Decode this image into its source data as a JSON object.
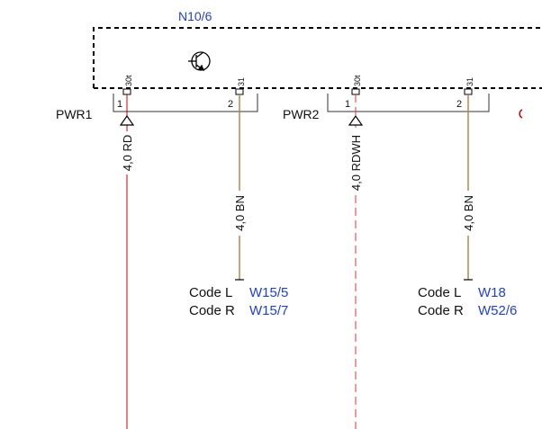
{
  "component": {
    "id": "N10/6",
    "symbol": "transistor-icon"
  },
  "connectors": [
    {
      "label": "PWR1",
      "pins": [
        {
          "pin": "1",
          "terminal": "30t",
          "wire": "4,0 RD",
          "color": "#c80000",
          "style": "solid"
        },
        {
          "pin": "2",
          "terminal": "31",
          "wire": "4,0 BN",
          "color": "#b5854a",
          "style": "solid",
          "codes": [
            {
              "code": "Code L",
              "ref": "W15/5"
            },
            {
              "code": "Code R",
              "ref": "W15/7"
            }
          ]
        }
      ]
    },
    {
      "label": "PWR2",
      "pins": [
        {
          "pin": "1",
          "terminal": "30t",
          "wire": "4,0 RDWH",
          "color": "#e83030",
          "style": "dashed"
        },
        {
          "pin": "2",
          "terminal": "31",
          "wire": "4,0 BN",
          "color": "#b5854a",
          "style": "solid",
          "codes": [
            {
              "code": "Code L",
              "ref": "W18"
            },
            {
              "code": "Code R",
              "ref": "W52/6"
            }
          ]
        }
      ]
    }
  ]
}
